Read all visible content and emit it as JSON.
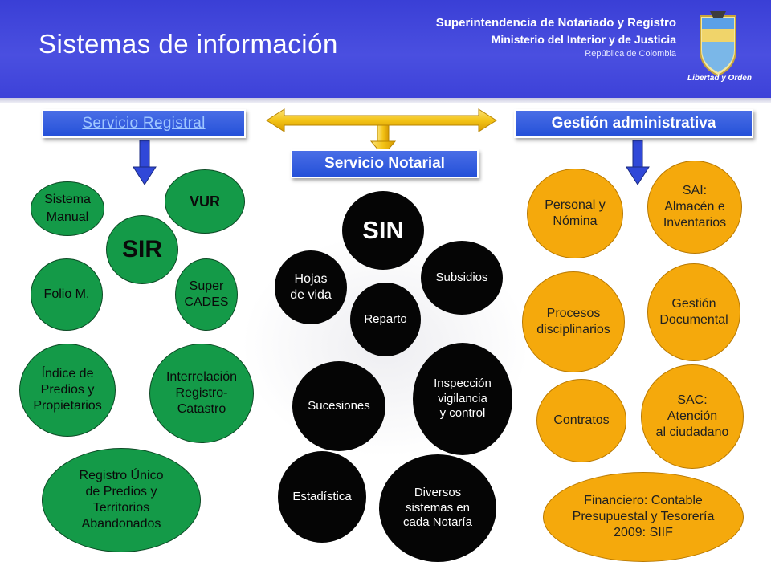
{
  "header": {
    "title": "Sistemas  de información",
    "entity_line1": "Superintendencia de Notariado y Registro",
    "entity_line2": "Ministerio del Interior y de Justicia",
    "entity_line3": "República de Colombia",
    "shield_caption": "Libertad y Orden"
  },
  "colors": {
    "header_blue": "#3a3fd6",
    "section_blue": "#2f5ee0",
    "green": "#149a48",
    "black": "#050505",
    "orange": "#f5a90c",
    "arrow_yellow": "#f3c316"
  },
  "sections": {
    "registral": "Servicio Registral",
    "notarial": "Servicio Notarial",
    "administrativa": "Gestión administrativa"
  },
  "registral": {
    "sistema_manual": "Sistema\nManual",
    "vur": "VUR",
    "sir": "SIR",
    "folio": "Folio M.",
    "super_cades": "Super\nCADES",
    "indice": "Índice de\nPredios y\nPropietarios",
    "interrelacion": "Interrelación\nRegistro-\nCatastro",
    "registro_unico": "Registro Único\nde Predios y\nTerritorios\nAbandonados"
  },
  "notarial": {
    "sin": "SIN",
    "hojas": "Hojas\nde vida",
    "subsidios": "Subsidios",
    "reparto": "Reparto",
    "sucesiones": "Sucesiones",
    "inspeccion": "Inspección\nvigilancia\ny control",
    "estadistica": "Estadística",
    "diversos": "Diversos\nsistemas en\ncada Notaría"
  },
  "administrativa": {
    "personal": "Personal y\nNómina",
    "sai": "SAI:\nAlmacén e\nInventarios",
    "procesos": "Procesos\ndisciplinarios",
    "gestion_doc": "Gestión\nDocumental",
    "contratos": "Contratos",
    "sac": "SAC:\nAtención\nal ciudadano",
    "financiero": "Financiero: Contable\nPresupuestal y Tesorería\n2009: SIIF"
  }
}
